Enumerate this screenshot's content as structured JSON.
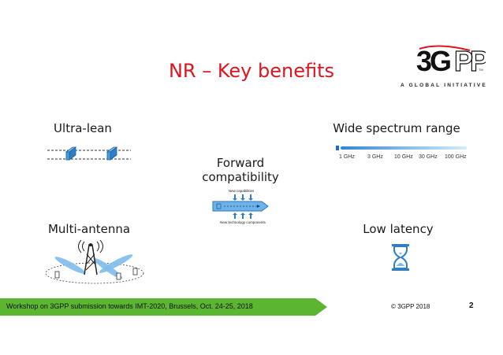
{
  "slide": {
    "title": "NR – Key benefits",
    "logo": {
      "mark": "3GPP",
      "tagline": "A GLOBAL INITIATIVE",
      "tm": "TM"
    },
    "ultra_lean": {
      "label": "Ultra-lean"
    },
    "wide_spectrum": {
      "label": "Wide spectrum range",
      "ticks": [
        "1 GHz",
        "3 GHz",
        "10 GHz",
        "30 GHz",
        "100 GHz"
      ]
    },
    "forward_compat": {
      "label_line1": "Forward",
      "label_line2": "compatibility",
      "top_caption": "New capabilities",
      "bottom_caption": "New technology components"
    },
    "multi_antenna": {
      "label": "Multi-antenna"
    },
    "low_latency": {
      "label": "Low latency"
    }
  },
  "footer": {
    "text": "Workshop on 3GPP submission towards IMT-2020, Brussels, Oct. 24-25, 2018",
    "copyright": "© 3GPP 2018",
    "page": "2",
    "bar_color": "#5cb531"
  },
  "colors": {
    "title": "#e0141e",
    "accent_blue": "#4a9ee0"
  }
}
